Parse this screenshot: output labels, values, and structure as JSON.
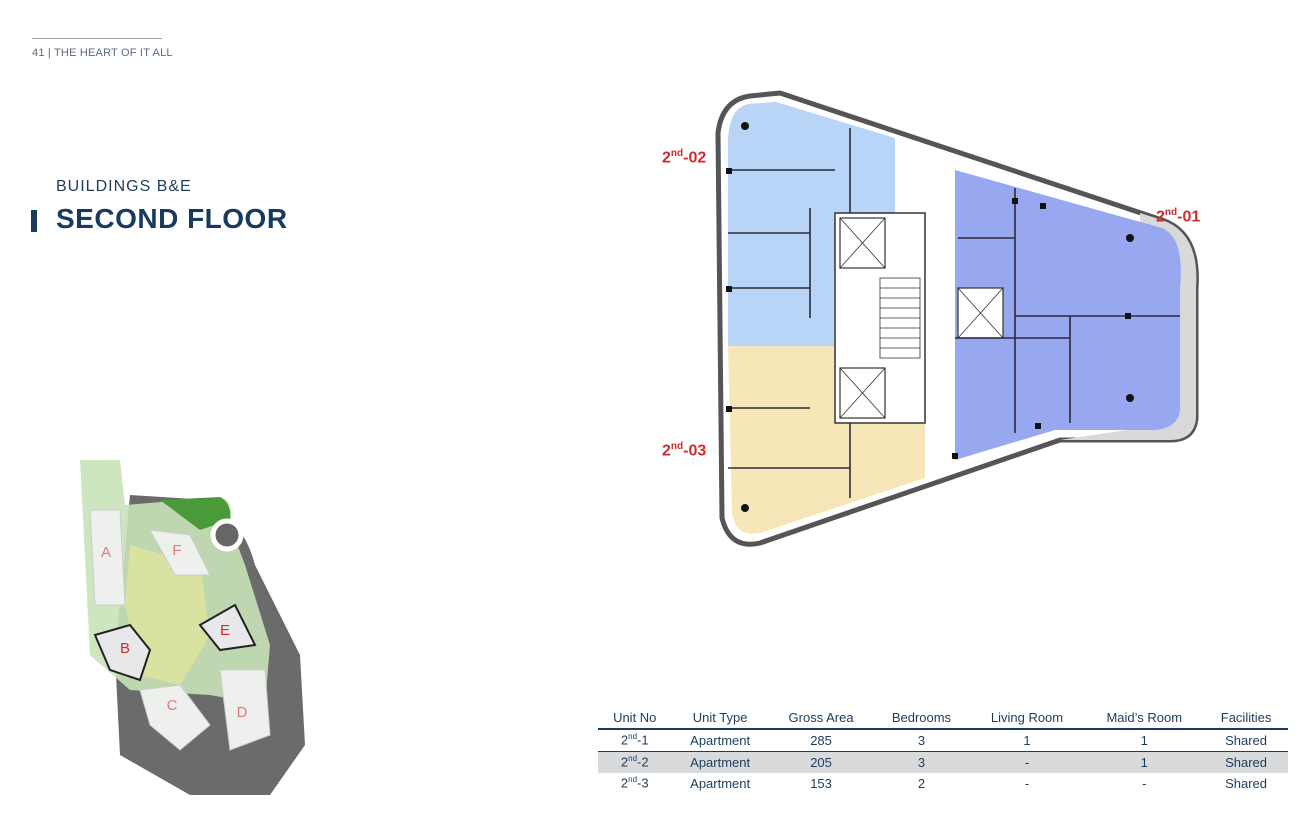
{
  "header": {
    "page_tag": "41 | THE HEART OF IT ALL"
  },
  "heading": {
    "subtitle": "BUILDINGS  B&E",
    "title": "SECOND FLOOR"
  },
  "plan_labels": {
    "u01": {
      "base": "2",
      "sup": "nd",
      "suffix": "-01"
    },
    "u02": {
      "base": "2",
      "sup": "nd",
      "suffix": "-02"
    },
    "u03": {
      "base": "2",
      "sup": "nd",
      "suffix": "-03"
    }
  },
  "site_plan": {
    "buildings": [
      "A",
      "F",
      "B",
      "E",
      "C",
      "D"
    ]
  },
  "colors": {
    "unit_01": "#98a8f0",
    "unit_02": "#b8d4f6",
    "unit_03": "#f7e7b8",
    "accent": "#d12a2a",
    "navy": "#1d3c5c"
  },
  "table": {
    "headers": [
      "Unit No",
      "Unit Type",
      "Gross Area",
      "Bedrooms",
      "Living Room",
      "Maid’s Room",
      "Facilities"
    ],
    "rows": [
      {
        "unit_base": "2",
        "unit_sup": "nd",
        "unit_suffix": "-1",
        "type": "Apartment",
        "area": "285",
        "bedrooms": "3",
        "living": "1",
        "maids": "1",
        "facilities": "Shared"
      },
      {
        "unit_base": "2",
        "unit_sup": "nd",
        "unit_suffix": "-2",
        "type": "Apartment",
        "area": "205",
        "bedrooms": "3",
        "living": "-",
        "maids": "1",
        "facilities": "Shared"
      },
      {
        "unit_base": "2",
        "unit_sup": "nd",
        "unit_suffix": "-3",
        "type": "Apartment",
        "area": "153",
        "bedrooms": "2",
        "living": "-",
        "maids": "-",
        "facilities": "Shared"
      }
    ]
  }
}
